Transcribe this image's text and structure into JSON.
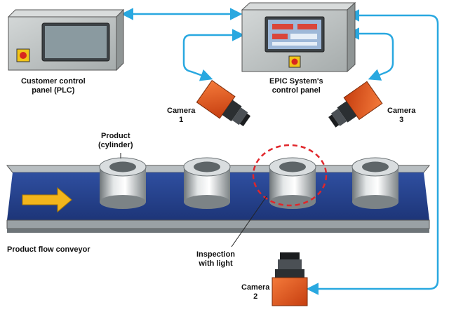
{
  "labels": {
    "customer_panel": [
      "Customer control",
      "panel (PLC)"
    ],
    "epic_panel": [
      "EPIC System's",
      "control panel"
    ],
    "camera1": [
      "Camera",
      "1"
    ],
    "camera2": [
      "Camera",
      "2"
    ],
    "camera3": [
      "Camera",
      "3"
    ],
    "product": [
      "Product",
      "(cylinder)"
    ],
    "conveyor": "Product flow conveyor",
    "inspection": [
      "Inspection",
      "with light"
    ]
  },
  "colors": {
    "link": "#29a8e0",
    "conveyor_belt": "#23408e",
    "conveyor_rail": "#8c9398",
    "panel": "#bfc4c4",
    "camera_body": "#e8541e",
    "flow_arrow": "#f2b51c",
    "inspection_ring": "#e0262b"
  },
  "icons": {
    "flow_direction": "arrow-right-icon",
    "camera": "camera-icon",
    "control_panel": "control-panel-icon"
  }
}
